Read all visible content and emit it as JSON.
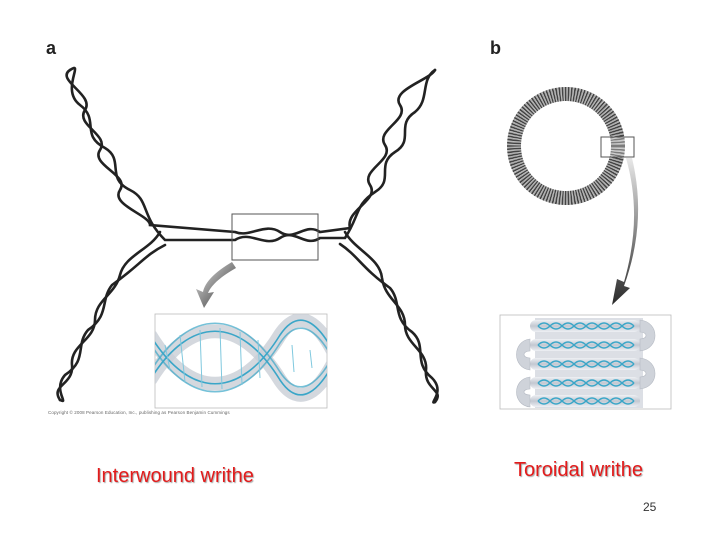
{
  "panels": {
    "a": {
      "letter": "a",
      "caption": "Interwound writhe"
    },
    "b": {
      "letter": "b",
      "caption": "Toroidal writhe"
    }
  },
  "copyright": "Copyright © 2008 Pearson Education, Inc., publishing as Pearson Benjamin Cummings",
  "page_number": "25",
  "colors": {
    "caption": "#e31b1b",
    "dna_strand": "#222222",
    "helix_blue": "#3aa6c8",
    "helix_band": "#c9ced6",
    "zoom_arrow": "#3c3c3c"
  }
}
